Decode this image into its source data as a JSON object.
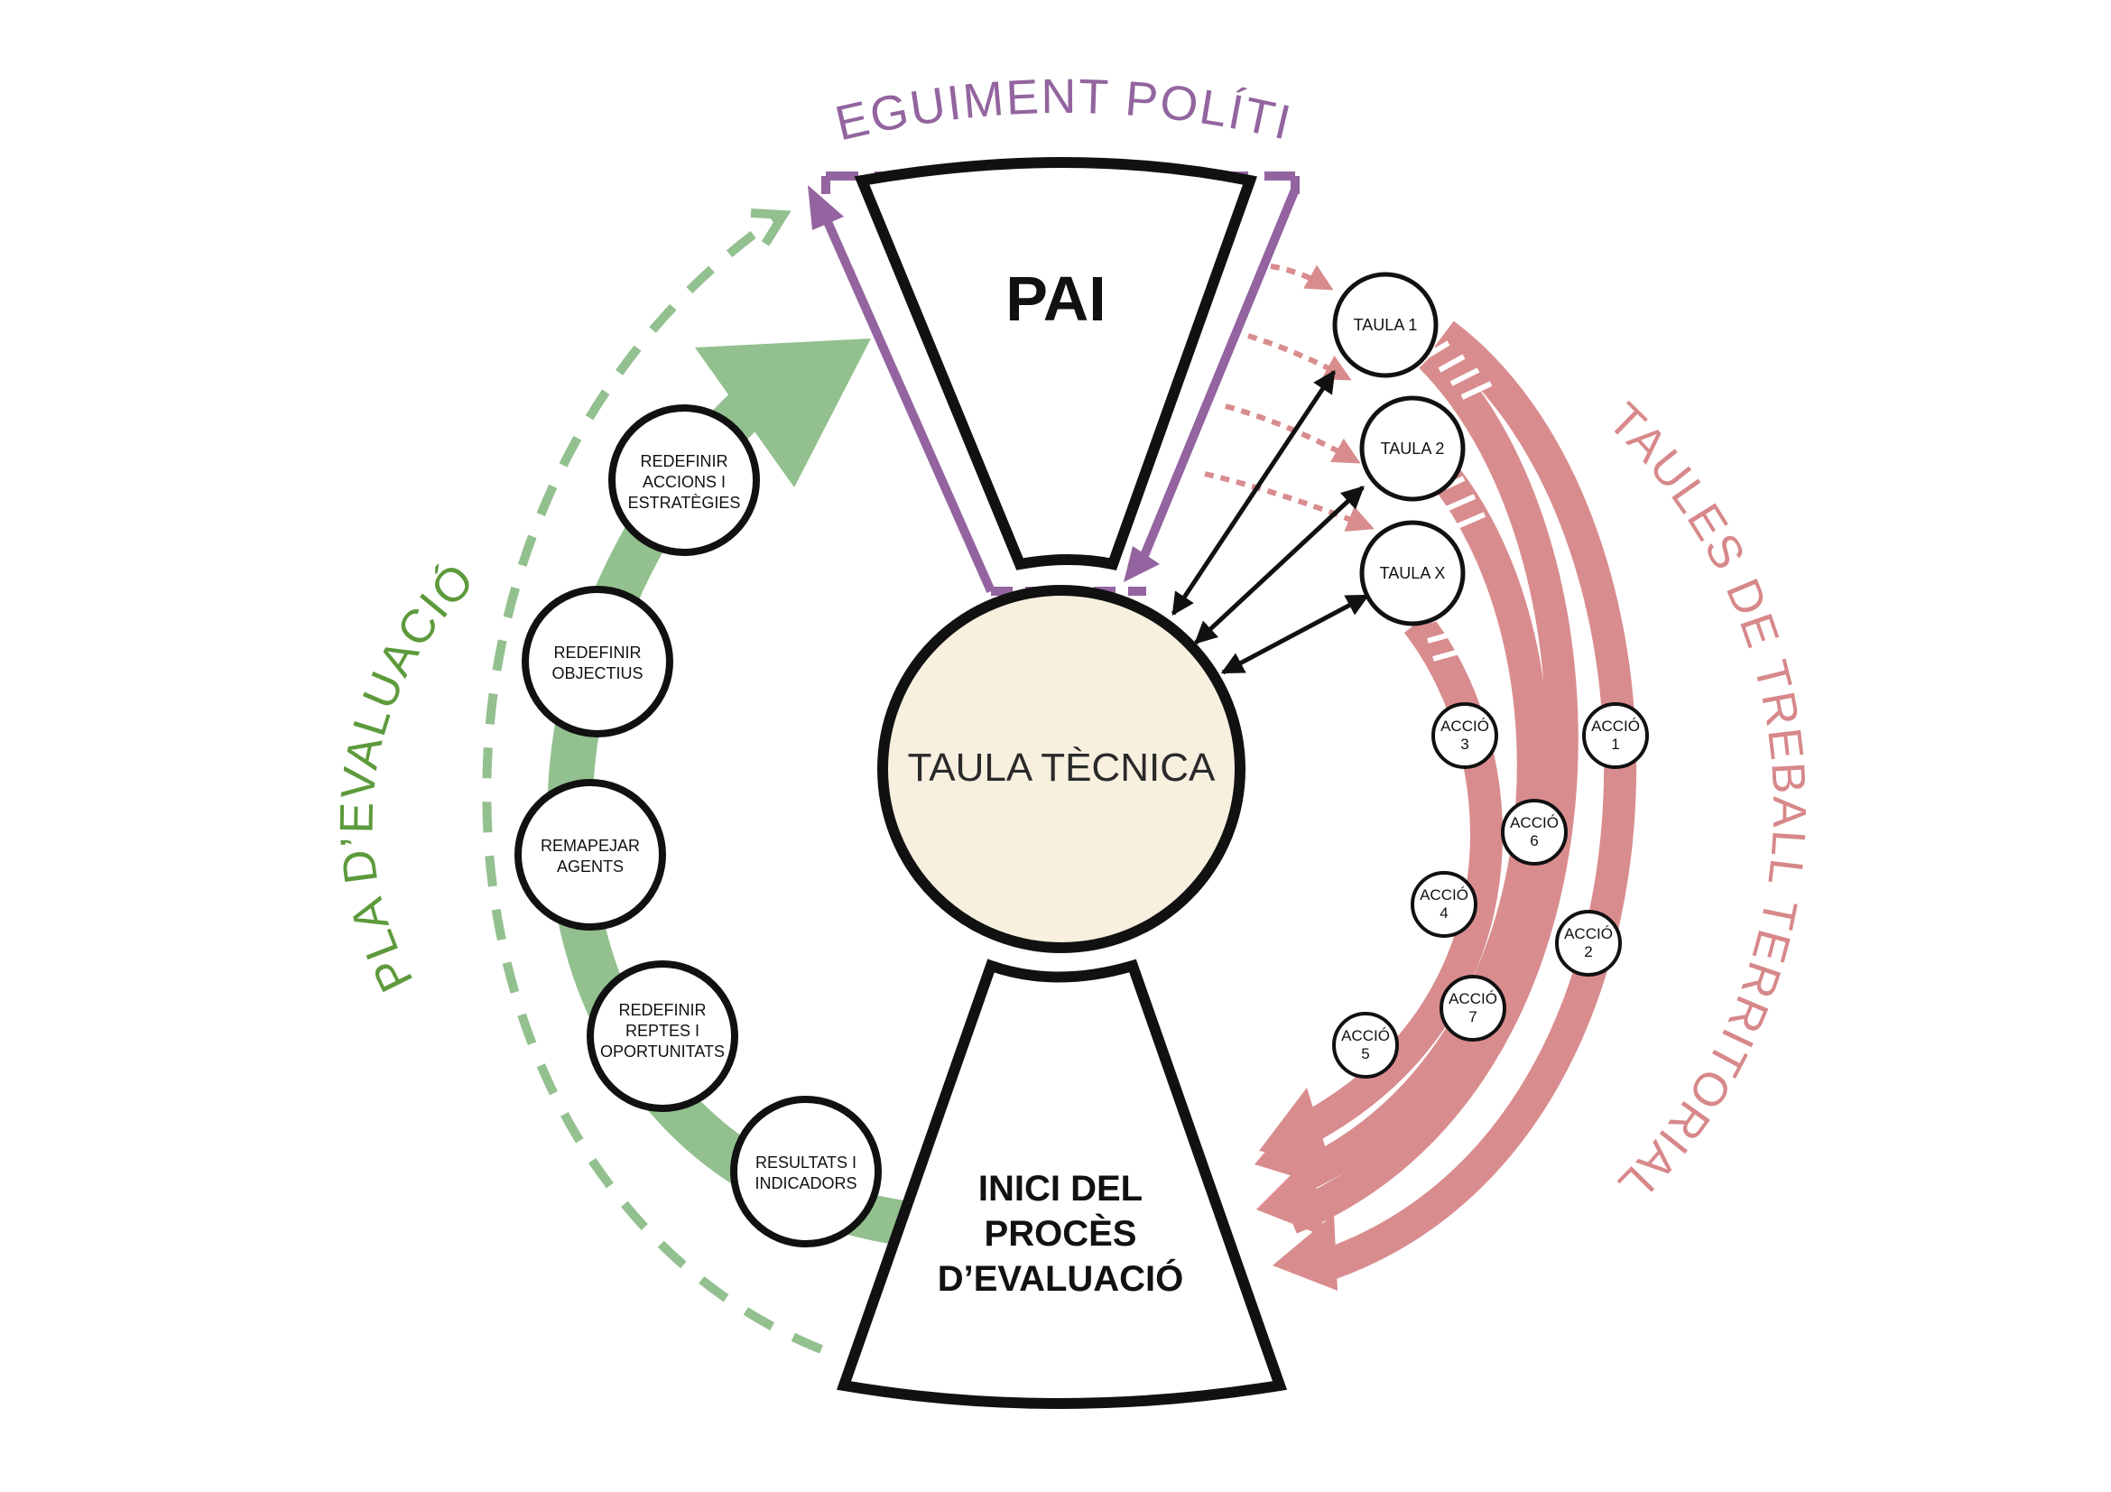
{
  "colors": {
    "purple": "#93649f",
    "green": "#93c08f",
    "green_text": "#5d9a3b",
    "pink": "#d98c8e",
    "pink_text": "#d7888a",
    "cream": "#f8f0df",
    "stroke": "#111111"
  },
  "labels": {
    "seguiment_politic": "SEGUIMENT POLÍTIC",
    "pla_evaluacio": "PLA D’EVALUACIÓ",
    "taules_treball": "TAULES DE TREBALL TERRITORIAL"
  },
  "pai": {
    "title": "PAI"
  },
  "taula_tecnica": {
    "title": "TAULA TÈCNICA"
  },
  "inici": {
    "lines": [
      "INICI DEL",
      "PROCÈS",
      "D’EVALUACIÓ"
    ]
  },
  "evaluation_steps": [
    {
      "lines": [
        "REDEFINIR",
        "ACCIONS I",
        "ESTRATÈGIES"
      ]
    },
    {
      "lines": [
        "REDEFINIR",
        "OBJECTIUS"
      ]
    },
    {
      "lines": [
        "REMAPEJAR",
        "AGENTS"
      ]
    },
    {
      "lines": [
        "REDEFINIR",
        "REPTES I",
        "OPORTUNITATS"
      ]
    },
    {
      "lines": [
        "RESULTATS I",
        "INDICADORS"
      ]
    }
  ],
  "tables": [
    {
      "label": "TAULA 1"
    },
    {
      "label": "TAULA 2"
    },
    {
      "label": "TAULA X"
    }
  ],
  "actions": [
    {
      "word": "ACCIÓ",
      "num": "3"
    },
    {
      "word": "ACCIÓ",
      "num": "1"
    },
    {
      "word": "ACCIÓ",
      "num": "6"
    },
    {
      "word": "ACCIÓ",
      "num": "4"
    },
    {
      "word": "ACCIÓ",
      "num": "2"
    },
    {
      "word": "ACCIÓ",
      "num": "7"
    },
    {
      "word": "ACCIÓ",
      "num": "5"
    }
  ]
}
